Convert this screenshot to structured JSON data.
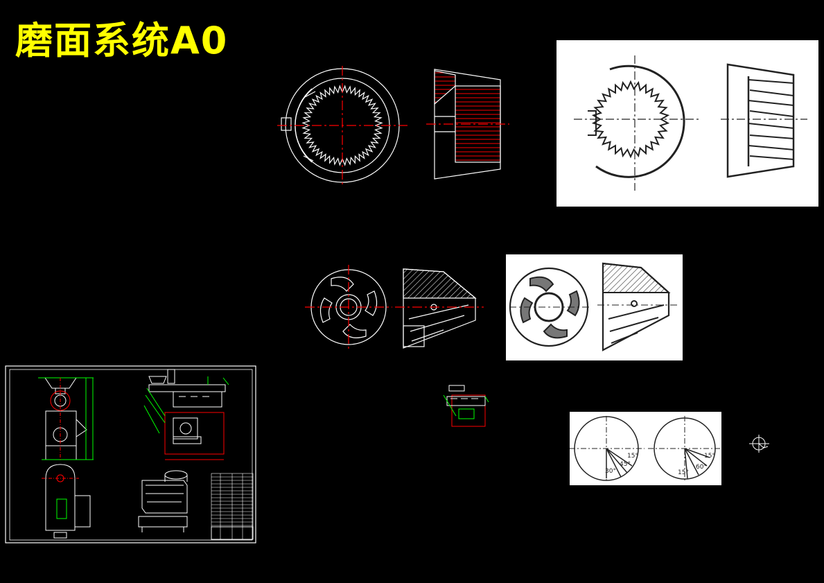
{
  "title": "磨面系统A0",
  "colors": {
    "background": "#000000",
    "title": "#ffff00",
    "lines": "#ffffff",
    "center_lines": "#ff0000",
    "hatch": "#ff0000",
    "dimension": "#00ff00",
    "scan_bg": "#ffffff",
    "scan_ink": "#222222"
  },
  "angle_labels": {
    "left": [
      "30°",
      "45°",
      "15°"
    ],
    "right": [
      "15°",
      "60°",
      "15°"
    ]
  }
}
